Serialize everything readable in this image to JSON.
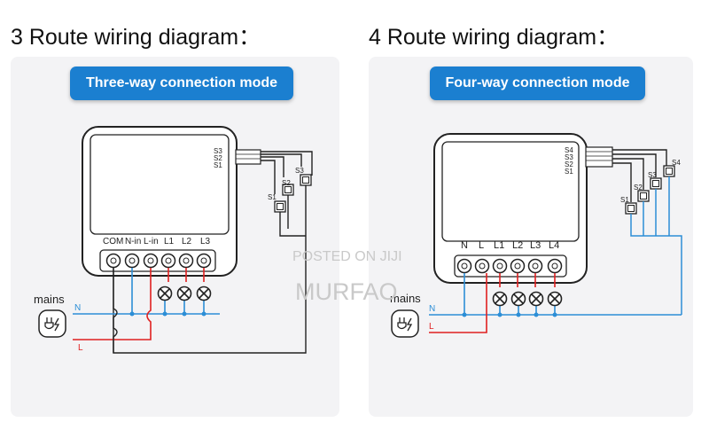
{
  "left": {
    "heading": "3 Route wiring diagram：",
    "mode": "Three-way connection mode",
    "terminals": [
      "COM",
      "N-in",
      "L-in",
      "L1",
      "L2",
      "L3"
    ],
    "relay_labels": [
      "S3",
      "S2",
      "S1"
    ],
    "switches": [
      "S1",
      "S2",
      "S3"
    ],
    "mains": "mains",
    "n_label": "N",
    "l_label": "L"
  },
  "right": {
    "heading": "4 Route wiring diagram：",
    "mode": "Four-way connection mode",
    "terminals": [
      "N",
      "L",
      "L1",
      "L2",
      "L3",
      "L4"
    ],
    "relay_labels": [
      "S4",
      "S3",
      "S2",
      "S1"
    ],
    "switches": [
      "S1",
      "S2",
      "S3",
      "S4"
    ],
    "mains": "mains",
    "n_label": "N",
    "l_label": "L"
  },
  "watermark": {
    "line1": "POSTED ON JIJI",
    "line2": "MURFAO"
  },
  "colors": {
    "pill": "#1b7fd0",
    "neutral": "#2c8ed6",
    "live": "#e02020",
    "wire": "#333333"
  }
}
